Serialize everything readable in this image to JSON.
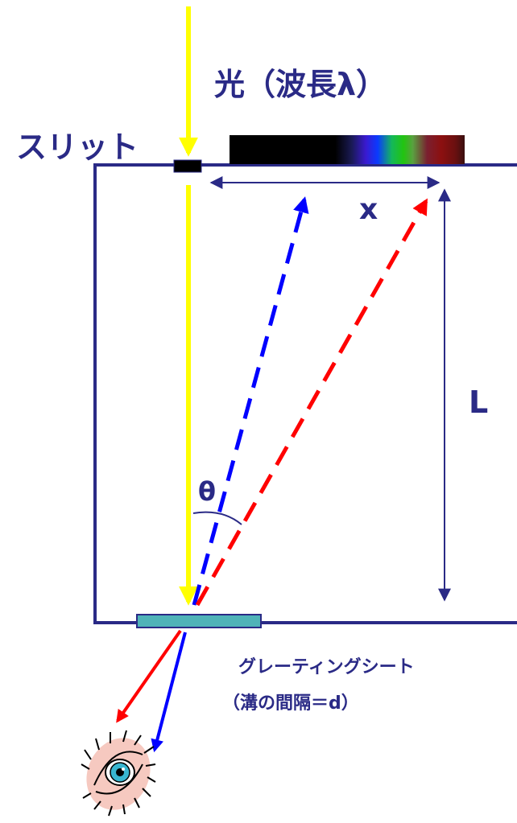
{
  "labels": {
    "light": "光（波長λ）",
    "slit": "スリット",
    "distance_x": "x",
    "distance_L": "L",
    "angle": "θ",
    "grating": "グレーティングシート",
    "spacing": "（溝の間隔＝d）"
  },
  "colors": {
    "incident_light": "#ffff00",
    "frame": "#2a2a86",
    "blue_ray": "#0000ff",
    "red_ray": "#ff0000",
    "grating": "#4fb3b8",
    "text": "#2a2a86"
  },
  "icons": {
    "eye": "eye-icon"
  }
}
